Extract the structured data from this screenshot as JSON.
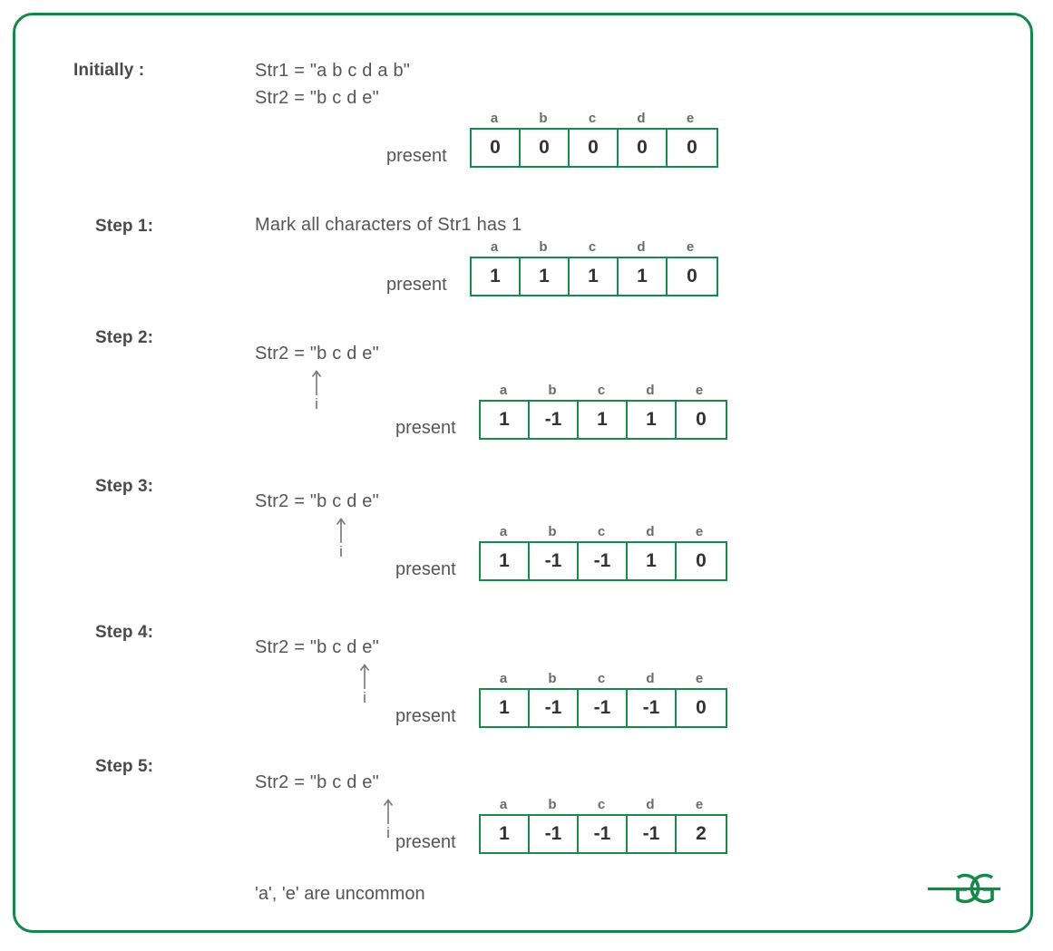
{
  "figure": {
    "border_color": "#15874a",
    "accent_color": "#178a4c",
    "text_color": "#555555",
    "label_color": "#4a4a4a",
    "header_color": "#6b6b6b"
  },
  "columns": [
    "a",
    "b",
    "c",
    "d",
    "e"
  ],
  "row_label": "present",
  "steps": [
    {
      "label": "Initially :",
      "lines": [
        "Str1 = \"a b c d a b\"",
        "Str2 = \"b c d e\""
      ],
      "values": [
        "0",
        "0",
        "0",
        "0",
        "0"
      ],
      "pointer": null
    },
    {
      "label": "Step 1:",
      "lines": [
        "Mark all characters of Str1 has 1"
      ],
      "values": [
        "1",
        "1",
        "1",
        "1",
        "0"
      ],
      "pointer": null
    },
    {
      "label": "Step 2:",
      "lines": [
        "Str2 = \"b c d e\""
      ],
      "values": [
        "1",
        "-1",
        "1",
        "1",
        "0"
      ],
      "pointer": {
        "name": "i",
        "target": "b"
      }
    },
    {
      "label": "Step 3:",
      "lines": [
        "Str2 = \"b c d e\""
      ],
      "values": [
        "1",
        "-1",
        "-1",
        "1",
        "0"
      ],
      "pointer": {
        "name": "i",
        "target": "c"
      }
    },
    {
      "label": "Step 4:",
      "lines": [
        "Str2 = \"b c d e\""
      ],
      "values": [
        "1",
        "-1",
        "-1",
        "-1",
        "0"
      ],
      "pointer": {
        "name": "i",
        "target": "d"
      }
    },
    {
      "label": "Step 5:",
      "lines": [
        "Str2 = \"b c d e\""
      ],
      "values": [
        "1",
        "-1",
        "-1",
        "-1",
        "2"
      ],
      "pointer": {
        "name": "i",
        "target": "e"
      }
    }
  ],
  "conclusion": "'a', 'e' are uncommon",
  "logo": {
    "name": "geeksforgeeks-logo",
    "text": "GG",
    "color": "#15874a"
  }
}
